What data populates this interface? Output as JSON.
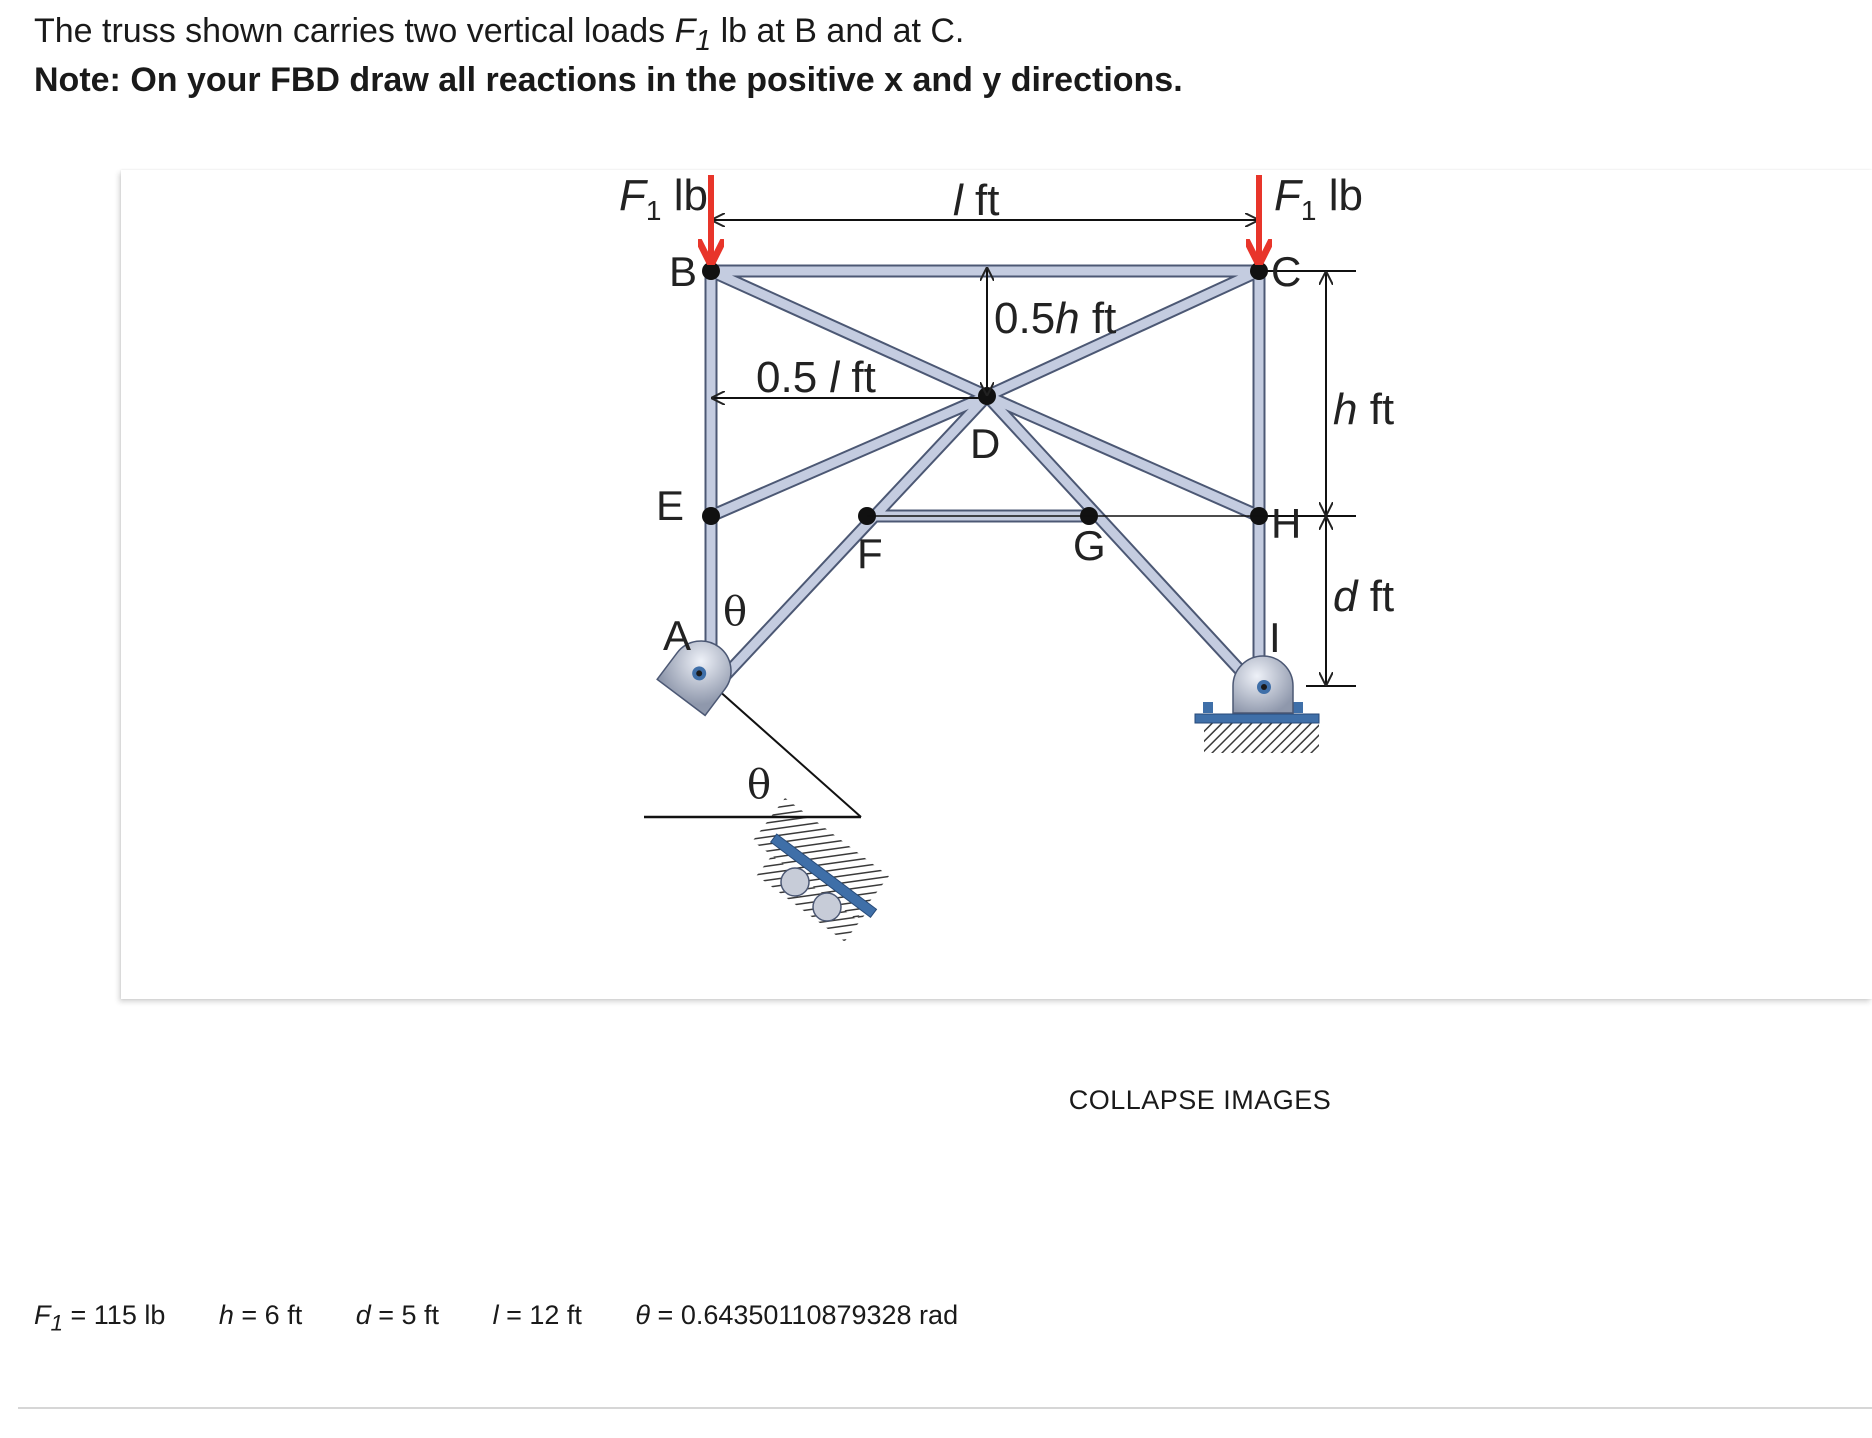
{
  "problem": {
    "line1_a": "The truss shown carries two vertical loads ",
    "line1_sym": "F",
    "line1_sub": "1",
    "line1_b": " lb at B and at C.",
    "note": "Note: On your FBD draw all reactions in the positive x and y directions."
  },
  "figure": {
    "nodes": {
      "A": "A",
      "B": "B",
      "C": "C",
      "D": "D",
      "E": "E",
      "F": "F",
      "G": "G",
      "H": "H",
      "I": "I"
    },
    "load_symbol": "F",
    "load_subscript": "1",
    "load_unit": " lb",
    "dim_l_symbol": "l",
    "dim_l_unit": " ft",
    "dim_half_h_coef": "0.5",
    "dim_half_h_symbol": "h",
    "dim_half_h_unit": " ft",
    "dim_half_l_coef": "0.5 ",
    "dim_half_l_symbol": "l",
    "dim_half_l_unit": " ft",
    "dim_h_symbol": "h",
    "dim_h_unit": " ft",
    "dim_d_symbol": "d",
    "dim_d_unit": " ft",
    "angle_symbol": "θ",
    "colors": {
      "load_arrow": "#e8352a",
      "member": "#c4cce0",
      "member_edge": "#4c5874",
      "support_base": "#3f6fa8"
    }
  },
  "controls": {
    "collapse_label": "COLLAPSE IMAGES"
  },
  "parameters": {
    "F1": {
      "sym": "F",
      "sub": "1",
      "rest": " = 115 lb"
    },
    "h": {
      "sym": "h",
      "rest": " = 6 ft"
    },
    "d": {
      "sym": "d",
      "rest": " = 5 ft"
    },
    "l": {
      "sym": "l",
      "rest": " = 12 ft"
    },
    "theta": {
      "sym": "θ",
      "rest": " = 0.64350110879328 rad"
    }
  }
}
